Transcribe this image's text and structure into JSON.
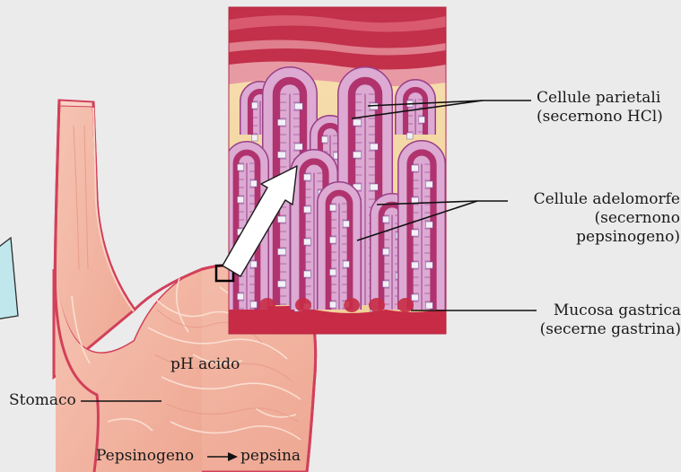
{
  "labels": {
    "parietal_line1": "Cellule parietali",
    "parietal_line2": "(secernono HCl)",
    "chief_line1": "Cellule adelomorfe",
    "chief_line2": "(secernono",
    "chief_line3": "pepsinogeno)",
    "mucosa_line1": "Mucosa gastrica",
    "mucosa_line2": "(secerne gastrina)",
    "ph": "pH acido",
    "stomach": "Stomaco",
    "pepsinogen": "Pepsinogeno",
    "pepsin": "pepsina"
  },
  "colors": {
    "background": "#ebebeb",
    "stomach_fill": "#f2b6a4",
    "stomach_outline": "#d2405a",
    "mucosa_red": "#b81e38",
    "gland_cells": "#d7a6cf",
    "lamina_propria": "#f4dca6",
    "callout_box": "#000000",
    "side_shape": "#bfe7ec"
  }
}
